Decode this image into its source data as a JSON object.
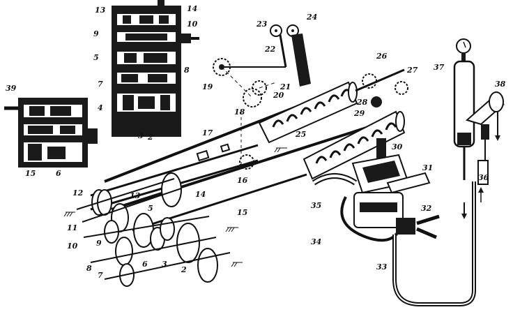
{
  "diagram": {
    "callouts": [
      {
        "id": "c13",
        "text": "13"
      },
      {
        "id": "c14a",
        "text": "14"
      },
      {
        "id": "c10a",
        "text": "10"
      },
      {
        "id": "c9a",
        "text": "9"
      },
      {
        "id": "c5a",
        "text": "5"
      },
      {
        "id": "c8a",
        "text": "8"
      },
      {
        "id": "c7a",
        "text": "7"
      },
      {
        "id": "c4",
        "text": "4"
      },
      {
        "id": "c3a",
        "text": "3"
      },
      {
        "id": "c2a",
        "text": "2"
      },
      {
        "id": "c39",
        "text": "39"
      },
      {
        "id": "c15a",
        "text": "15"
      },
      {
        "id": "c6a",
        "text": "6"
      },
      {
        "id": "c23",
        "text": "23"
      },
      {
        "id": "c24",
        "text": "24"
      },
      {
        "id": "c22",
        "text": "22"
      },
      {
        "id": "c21",
        "text": "21"
      },
      {
        "id": "c19",
        "text": "19"
      },
      {
        "id": "c20",
        "text": "20"
      },
      {
        "id": "c18",
        "text": "18"
      },
      {
        "id": "c26",
        "text": "26"
      },
      {
        "id": "c27",
        "text": "27"
      },
      {
        "id": "c28",
        "text": "28"
      },
      {
        "id": "c29",
        "text": "29"
      },
      {
        "id": "c25",
        "text": "25"
      },
      {
        "id": "c17",
        "text": "17"
      },
      {
        "id": "c16",
        "text": "16"
      },
      {
        "id": "c30",
        "text": "30"
      },
      {
        "id": "c31",
        "text": "31"
      },
      {
        "id": "c37",
        "text": "37"
      },
      {
        "id": "c38",
        "text": "38"
      },
      {
        "id": "c36",
        "text": "36"
      },
      {
        "id": "c12",
        "text": "12"
      },
      {
        "id": "c13b",
        "text": "13"
      },
      {
        "id": "c14b",
        "text": "14"
      },
      {
        "id": "c11",
        "text": "11"
      },
      {
        "id": "c5b",
        "text": "5"
      },
      {
        "id": "c15b",
        "text": "15"
      },
      {
        "id": "c10b",
        "text": "10"
      },
      {
        "id": "c9b",
        "text": "9"
      },
      {
        "id": "c8b",
        "text": "8"
      },
      {
        "id": "c7b",
        "text": "7"
      },
      {
        "id": "c6b",
        "text": "6"
      },
      {
        "id": "c3b",
        "text": "3"
      },
      {
        "id": "c2b",
        "text": "2"
      },
      {
        "id": "c35",
        "text": "35"
      },
      {
        "id": "c32",
        "text": "32"
      },
      {
        "id": "c34",
        "text": "34"
      },
      {
        "id": "c33",
        "text": "33"
      }
    ]
  },
  "colors": {
    "ink": "#111111",
    "paper": "#ffffff"
  }
}
